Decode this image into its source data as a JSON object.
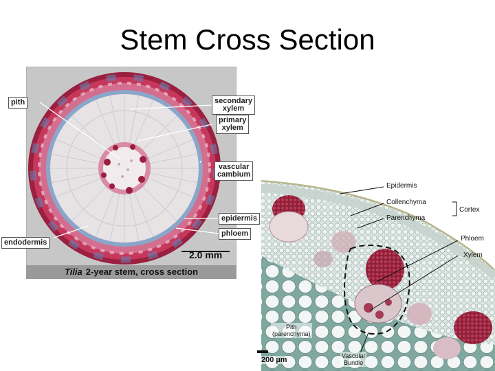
{
  "title": "Stem Cross Section",
  "tilia_panel": {
    "labels": {
      "pith": "pith",
      "secondary_xylem_1": "secondary",
      "secondary_xylem_2": "xylem",
      "primary_xylem_1": "primary",
      "primary_xylem_2": "xylem",
      "vascular_cambium_1": "vascular",
      "vascular_cambium_2": "cambium",
      "epidermis": "epidermis",
      "phloem": "phloem",
      "endodermis": "endodermis"
    },
    "scale_bar": "2.0 mm",
    "caption_genus": "Tilia",
    "caption_rest": "2-year stem, cross section"
  },
  "micrograph_panel": {
    "labels": {
      "epidermis": "Epidermis",
      "collenchyma": "Collenchyma",
      "parenchyma": "Parenchyma",
      "cortex": "Cortex",
      "phloem": "Phloem",
      "xylem": "Xylem",
      "pith_1": "Pith",
      "pith_2": "(parenchyma)",
      "vascular_bundle_1": "Vascular",
      "vascular_bundle_2": "Bundle"
    },
    "scale_bar": "200 µm"
  },
  "colors": {
    "tissue_red": "#b8324e",
    "tissue_pink": "#d98aa4",
    "xylem_light": "#e8e0e4",
    "stain_blue": "#5f87b8",
    "background": "#ffffff"
  }
}
